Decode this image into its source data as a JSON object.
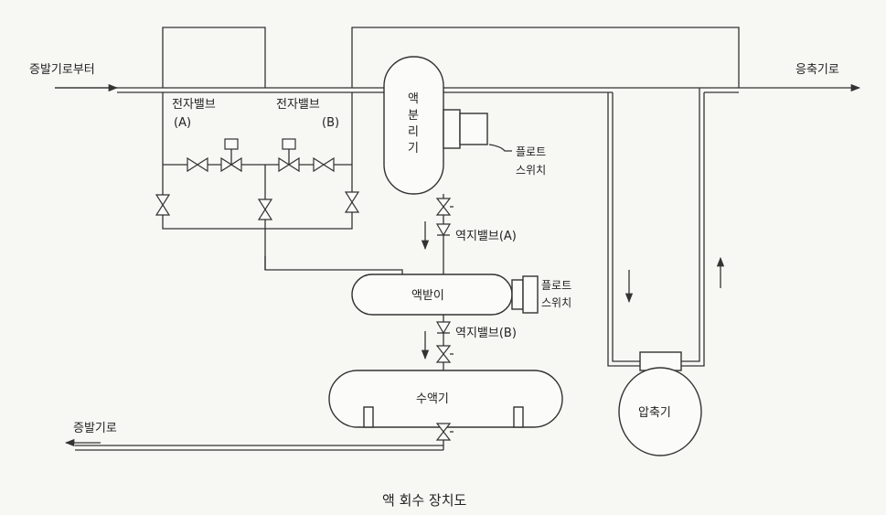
{
  "labels": {
    "from_evaporator": "증발기로부터",
    "to_condenser": "응축기로",
    "solenoid_a_line1": "전자밸브",
    "solenoid_a_line2": "(A)",
    "solenoid_b_line1": "전자밸브",
    "solenoid_b_line2": "(B)",
    "separator_l1": "액",
    "separator_l2": "분",
    "separator_l3": "리",
    "separator_l4": "기",
    "float_switch_1_l1": "플로트",
    "float_switch_1_l2": "스위치",
    "check_valve_a": "역지밸브(A)",
    "receiver": "액받이",
    "float_switch_2_l1": "플로트",
    "float_switch_2_l2": "스위치",
    "check_valve_b": "역지밸브(B)",
    "liquid_receiver": "수액기",
    "to_evaporator": "증발기로",
    "compressor": "압축기",
    "caption": "액 회수 장치도"
  }
}
